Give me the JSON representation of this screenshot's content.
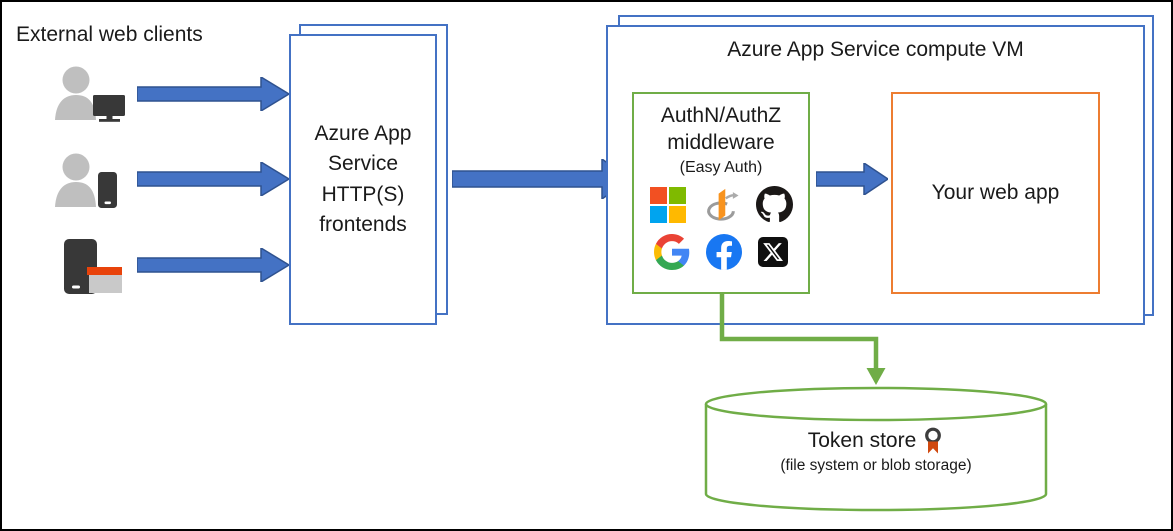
{
  "labels": {
    "external_clients": "External web clients",
    "frontends": "Azure App Service HTTP(S) frontends",
    "compute_vm": "Azure App Service compute VM",
    "authn_title": "AuthN/AuthZ middleware",
    "authn_subtitle": "(Easy Auth)",
    "web_app": "Your web app",
    "token_store_title": "Token store",
    "token_store_subtitle": "(file system or blob storage)"
  },
  "identity_providers": [
    "Microsoft",
    "OpenID Connect",
    "GitHub",
    "Google",
    "Facebook",
    "X"
  ],
  "colors": {
    "arrow_blue": "#4472C4",
    "arrow_blue_outline": "#2F528F",
    "box_blue_border": "#4472C4",
    "green": "#70AD47",
    "orange": "#ED7D31",
    "client_gray": "#BFBFBF",
    "device_dark": "#383838",
    "browser_bar_orange": "#E8430B",
    "badge_ribbon": "#D0490F"
  }
}
